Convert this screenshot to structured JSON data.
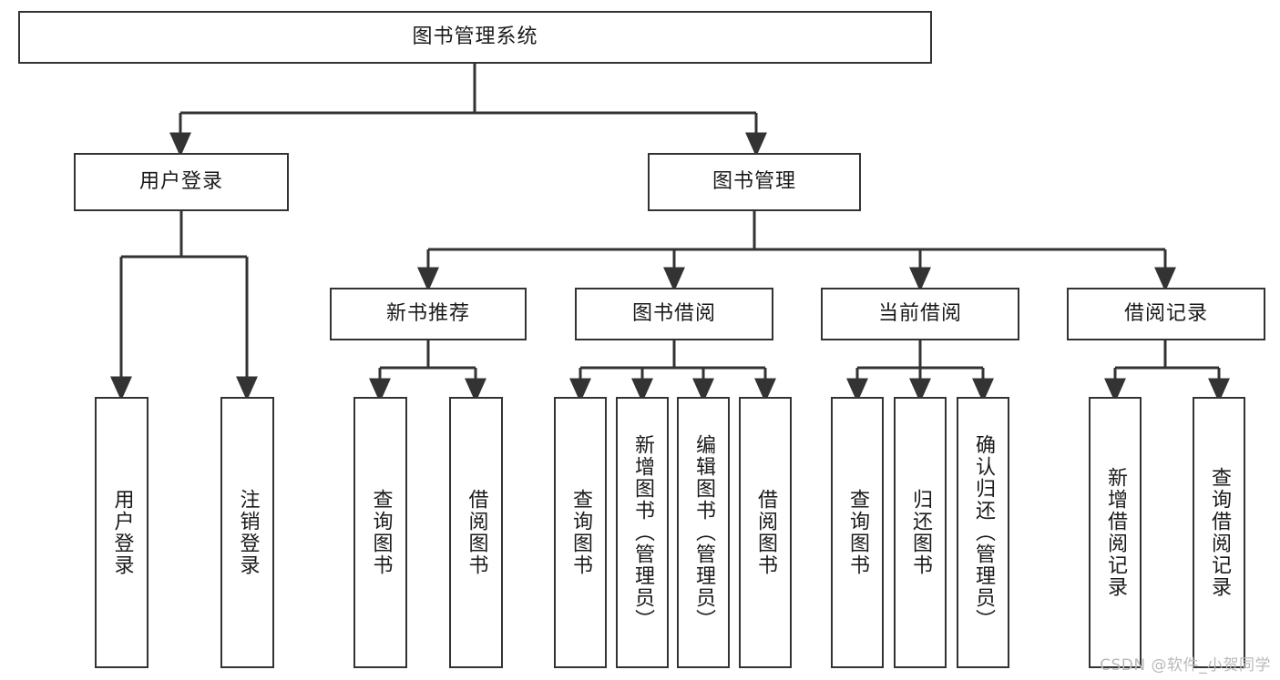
{
  "diagram": {
    "type": "tree",
    "title": "图书管理系统",
    "root": {
      "id": "root",
      "label": "图书管理系统"
    },
    "level2": [
      {
        "id": "user-login",
        "label": "用户登录"
      },
      {
        "id": "book-manage",
        "label": "图书管理"
      }
    ],
    "level3": [
      {
        "id": "new-book-recommend",
        "label": "新书推荐",
        "parent": "book-manage"
      },
      {
        "id": "book-borrow",
        "label": "图书借阅",
        "parent": "book-manage"
      },
      {
        "id": "current-borrow",
        "label": "当前借阅",
        "parent": "book-manage"
      },
      {
        "id": "borrow-record",
        "label": "借阅记录",
        "parent": "book-manage"
      }
    ],
    "leaves": {
      "user_login": [
        {
          "id": "leaf-user-login",
          "label": "用户登录"
        },
        {
          "id": "leaf-user-logout",
          "label": "注销登录"
        }
      ],
      "new_book_recommend": [
        {
          "id": "leaf-query-book-1",
          "label": "查询图书"
        },
        {
          "id": "leaf-borrow-book-1",
          "label": "借阅图书"
        }
      ],
      "book_borrow": [
        {
          "id": "leaf-query-book-2",
          "label": "查询图书"
        },
        {
          "id": "leaf-add-book",
          "label": "新增图书（管理员）"
        },
        {
          "id": "leaf-edit-book",
          "label": "编辑图书（管理员）"
        },
        {
          "id": "leaf-borrow-book-2",
          "label": "借阅图书"
        }
      ],
      "current_borrow": [
        {
          "id": "leaf-query-book-3",
          "label": "查询图书"
        },
        {
          "id": "leaf-return-book",
          "label": "归还图书"
        },
        {
          "id": "leaf-confirm-return",
          "label": "确认归还（管理员）"
        }
      ],
      "borrow_record": [
        {
          "id": "leaf-add-record",
          "label": "新增借阅记录"
        },
        {
          "id": "leaf-query-record",
          "label": "查询借阅记录"
        }
      ]
    },
    "colors": {
      "stroke": "#333333",
      "fill": "#ffffff",
      "text": "#1a1a1a",
      "watermark": "#b9b9b9"
    }
  },
  "watermark": {
    "text": "CSDN @软件_小贺同学"
  }
}
